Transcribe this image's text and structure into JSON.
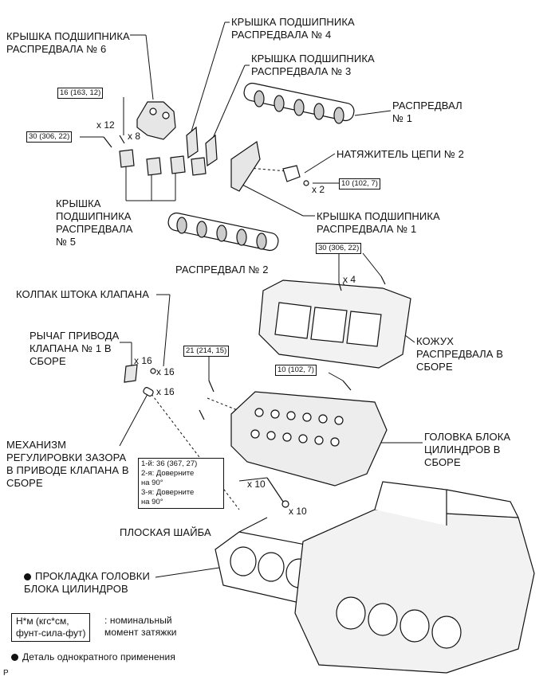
{
  "labels": {
    "cap6": "КРЫШКА ПОДШИПНИКА\nРАСПРЕДВАЛА № 6",
    "cap4": "КРЫШКА ПОДШИПНИКА\nРАСПРЕДВАЛА № 4",
    "cap3": "КРЫШКА ПОДШИПНИКА\nРАСПРЕДВАЛА № 3",
    "camshaft1": "РАСПРЕДВАЛ\n№ 1",
    "tensioner2": "НАТЯЖИТЕЛЬ ЦЕПИ № 2",
    "cap5": "КРЫШКА\nПОДШИПНИКА\nРАСПРЕДВАЛА\n№ 5",
    "cap1": "КРЫШКА ПОДШИПНИКА\nРАСПРЕДВАЛА № 1",
    "camshaft2": "РАСПРЕДВАЛ № 2",
    "valve_cap": "КОЛПАК ШТОКА КЛАПАНА",
    "rocker": "РЫЧАГ ПРИВОДА\nКЛАПАНА № 1 В\nСБОРЕ",
    "housing": "КОЖУХ\nРАСПРЕДВАЛА В\nСБОРЕ",
    "lash": "МЕХАНИЗМ\nРЕГУЛИРОВКИ ЗАЗОРА\nВ ПРИВОДЕ КЛАПАНА В\nСБОРЕ",
    "head": "ГОЛОВКА БЛОКА\nЦИЛИНДРОВ В\nСБОРЕ",
    "washer": "ПЛОСКАЯ ШАЙБА",
    "gasket": "ПРОКЛАДКА ГОЛОВКИ\nБЛОКА ЦИЛИНДРОВ"
  },
  "torques": {
    "t1": "16 (163, 12)",
    "t2": "30 (306, 22)",
    "t3": "10 (102, 7)",
    "t4": "30 (306, 22)",
    "t5": "21 (214, 15)",
    "t6": "10 (102, 7)"
  },
  "multipliers": {
    "m_x12": "x 12",
    "m_x8": "x 8",
    "m_x2": "x 2",
    "m_x4": "x 4",
    "m_x16a": "x 16",
    "m_x16b": "x 16",
    "m_x16c": "x 16",
    "m_x10a": "x 10",
    "m_x10b": "x 10"
  },
  "tighten_steps": {
    "s1": "1-й: 36 (367, 27)",
    "s2": "2-я: Доверните\nна 90°",
    "s3": "3-я: Доверните\nна 90°"
  },
  "legend": {
    "unit_box": "Н*м (кгс*см,\nфунт-сила-фут)",
    "unit_desc": ": номинальный\nмомент затяжки",
    "single_use": "Деталь однократного применения"
  },
  "corner_mark": "P",
  "colors": {
    "ink": "#111111",
    "fill": "#ffffff"
  }
}
